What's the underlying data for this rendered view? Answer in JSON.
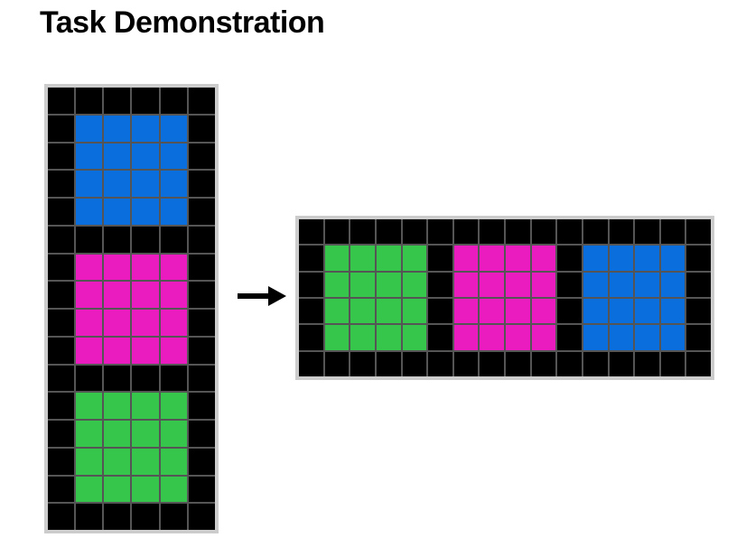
{
  "title": "Task Demonstration",
  "colors": {
    "0": "#000000",
    "1": "#0a6fdc",
    "6": "#ea1bbf",
    "3": "#37c64c"
  },
  "input_grid": [
    [
      0,
      0,
      0,
      0,
      0,
      0
    ],
    [
      0,
      1,
      1,
      1,
      1,
      0
    ],
    [
      0,
      1,
      1,
      1,
      1,
      0
    ],
    [
      0,
      1,
      1,
      1,
      1,
      0
    ],
    [
      0,
      1,
      1,
      1,
      1,
      0
    ],
    [
      0,
      0,
      0,
      0,
      0,
      0
    ],
    [
      0,
      6,
      6,
      6,
      6,
      0
    ],
    [
      0,
      6,
      6,
      6,
      6,
      0
    ],
    [
      0,
      6,
      6,
      6,
      6,
      0
    ],
    [
      0,
      6,
      6,
      6,
      6,
      0
    ],
    [
      0,
      0,
      0,
      0,
      0,
      0
    ],
    [
      0,
      3,
      3,
      3,
      3,
      0
    ],
    [
      0,
      3,
      3,
      3,
      3,
      0
    ],
    [
      0,
      3,
      3,
      3,
      3,
      0
    ],
    [
      0,
      3,
      3,
      3,
      3,
      0
    ],
    [
      0,
      0,
      0,
      0,
      0,
      0
    ]
  ],
  "output_grid": [
    [
      0,
      0,
      0,
      0,
      0,
      0,
      0,
      0,
      0,
      0,
      0,
      0,
      0,
      0,
      0,
      0
    ],
    [
      0,
      3,
      3,
      3,
      3,
      0,
      6,
      6,
      6,
      6,
      0,
      1,
      1,
      1,
      1,
      0
    ],
    [
      0,
      3,
      3,
      3,
      3,
      0,
      6,
      6,
      6,
      6,
      0,
      1,
      1,
      1,
      1,
      0
    ],
    [
      0,
      3,
      3,
      3,
      3,
      0,
      6,
      6,
      6,
      6,
      0,
      1,
      1,
      1,
      1,
      0
    ],
    [
      0,
      3,
      3,
      3,
      3,
      0,
      6,
      6,
      6,
      6,
      0,
      1,
      1,
      1,
      1,
      0
    ],
    [
      0,
      0,
      0,
      0,
      0,
      0,
      0,
      0,
      0,
      0,
      0,
      0,
      0,
      0,
      0,
      0
    ]
  ],
  "arrow_icon": "right-arrow-icon"
}
